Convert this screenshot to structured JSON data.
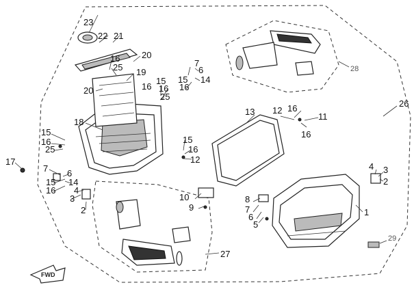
{
  "callouts": {
    "c1": "1",
    "c2a": "2",
    "c2b": "2",
    "c3a": "3",
    "c3b": "3",
    "c4a": "4",
    "c4b": "4",
    "c5": "5",
    "c6a": "6",
    "c6b": "6",
    "c6c": "6",
    "c7a": "7",
    "c7b": "7",
    "c7c": "7",
    "c8": "8",
    "c9": "9",
    "c10": "10",
    "c11": "11",
    "c12a": "12",
    "c12b": "12",
    "c13": "13",
    "c14a": "14",
    "c14b": "14",
    "c15a": "15",
    "c15b": "15",
    "c15c": "15",
    "c15d": "15",
    "c15e": "15",
    "c16a": "16",
    "c16b": "16",
    "c16c": "16",
    "c16d": "16",
    "c16e": "16",
    "c16f": "16",
    "c16g": "16",
    "c16h": "16",
    "c17": "17",
    "c18": "18",
    "c19": "19",
    "c20a": "20",
    "c20b": "20",
    "c21": "21",
    "c22": "22",
    "c23": "23",
    "c25a": "25",
    "c25b": "25",
    "c25c": "25",
    "c26": "26",
    "c27": "27",
    "c28": "28",
    "c29": "29"
  },
  "fwd_label": "FWD"
}
